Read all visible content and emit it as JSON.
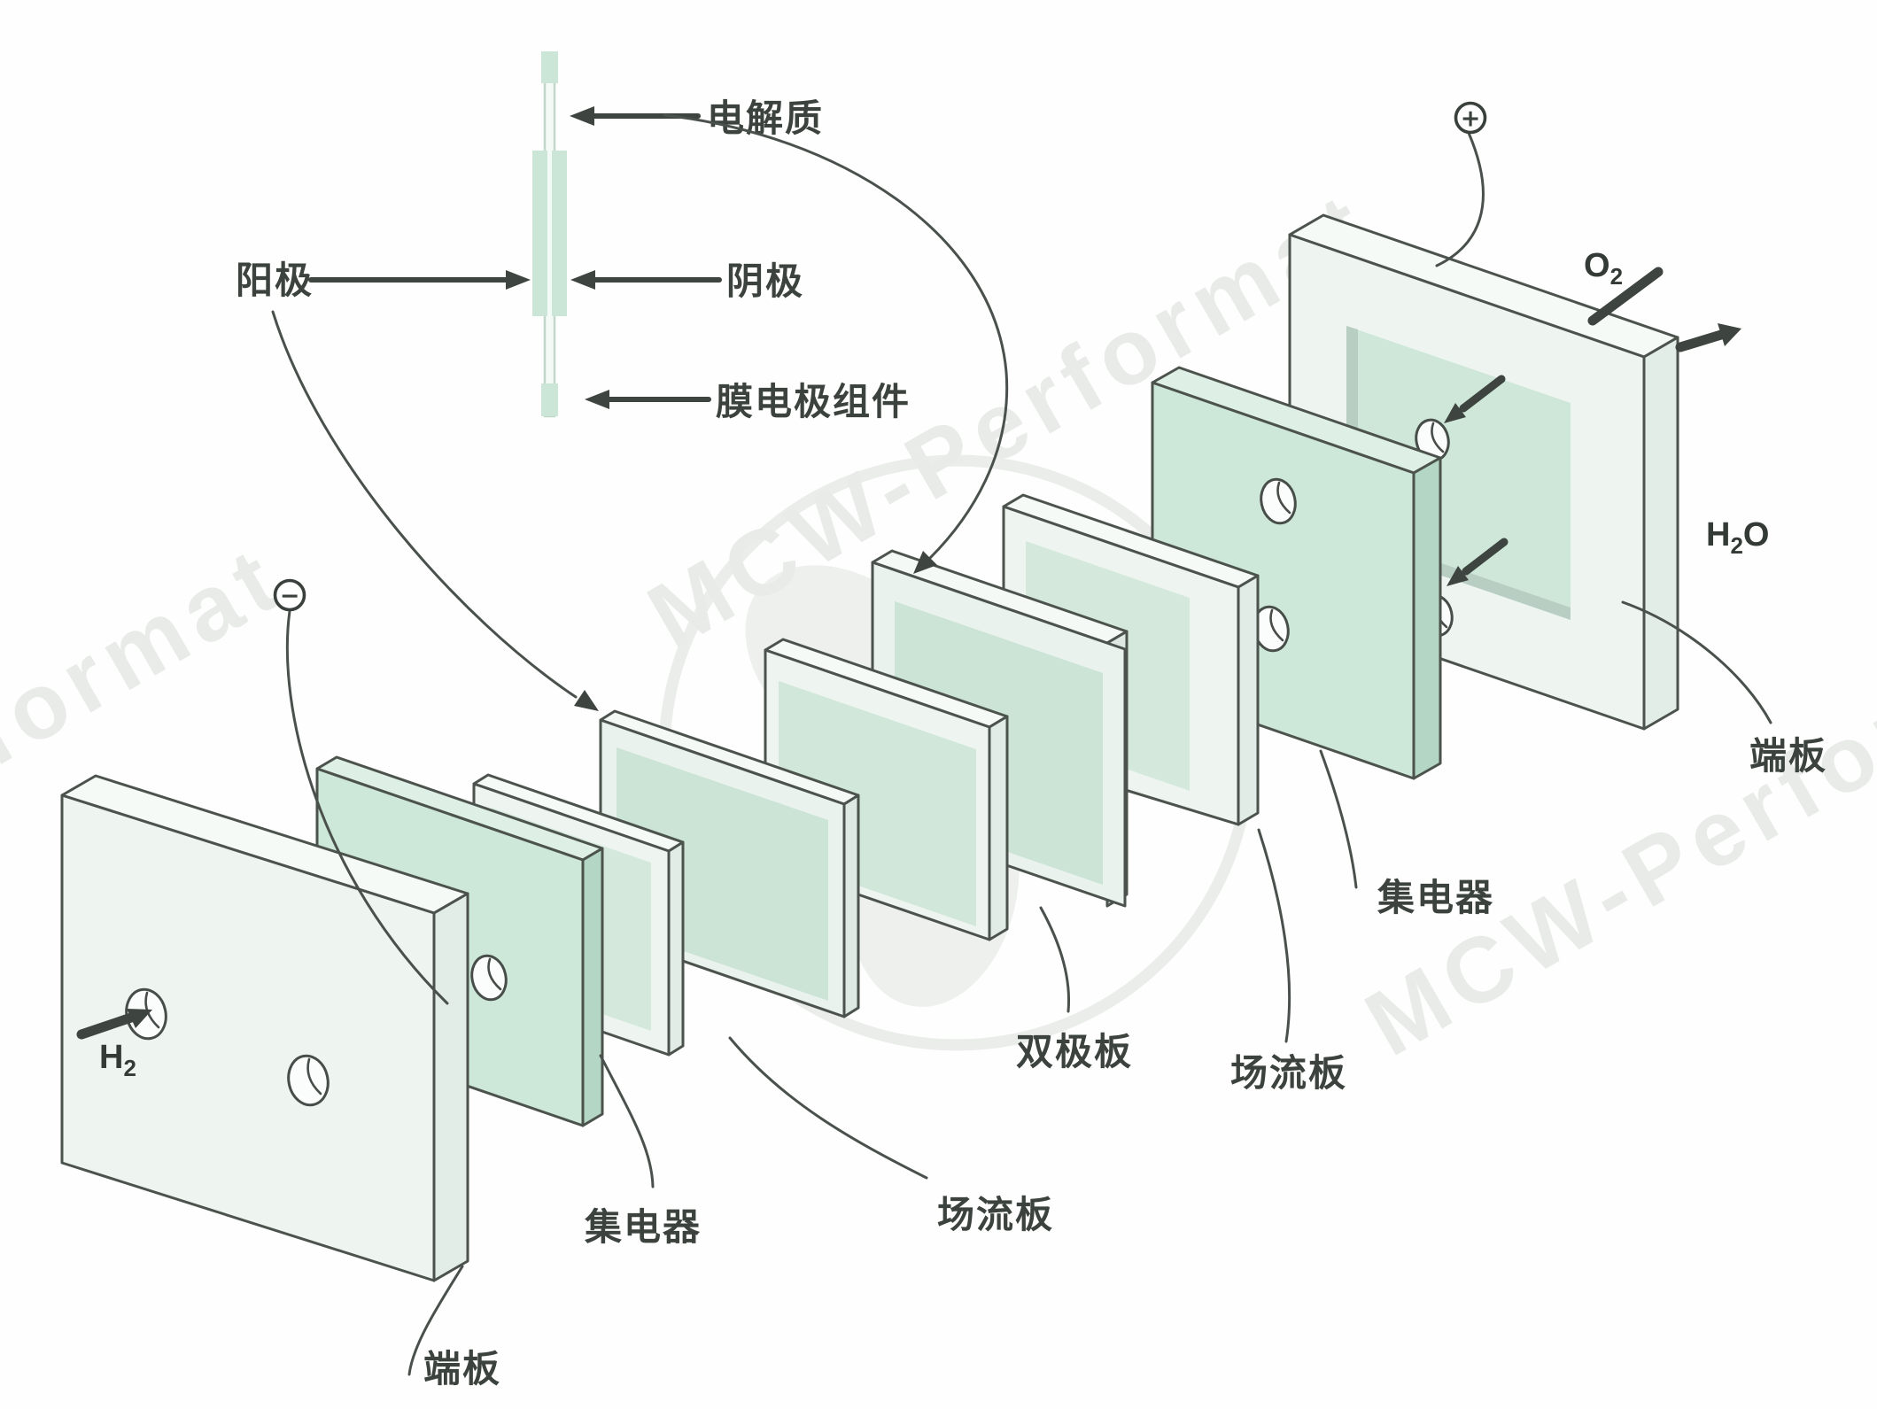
{
  "schematic": {
    "electrolyte_label": "电解质",
    "anode_label": "阳极",
    "cathode_label": "阴极",
    "mea_label": "膜电极组件"
  },
  "stack": {
    "end_plate_left": "端板",
    "current_collector_left": "集电器",
    "flow_field_left": "场流板",
    "bipolar_plate": "双极板",
    "flow_field_right": "场流板",
    "current_collector_right": "集电器",
    "end_plate_right": "端板"
  },
  "chemicals": {
    "hydrogen": {
      "symbol": "H",
      "subscript": "2"
    },
    "oxygen": {
      "symbol": "O",
      "subscript": "2"
    },
    "water": {
      "h": "H",
      "h_sub": "2",
      "o": "O"
    }
  },
  "terminals": {
    "negative": "−",
    "positive": "+"
  },
  "watermark": {
    "text": "MCW-Performat"
  },
  "colors": {
    "plate_face_white": "#edf4f0",
    "plate_face_green": "#cde7d9",
    "plate_side_green": "#b4d6c4",
    "window_green": "#cfe7d9",
    "outline": "#4c534d",
    "ink": "#3c423d",
    "watermark": "#e8ebe8"
  }
}
